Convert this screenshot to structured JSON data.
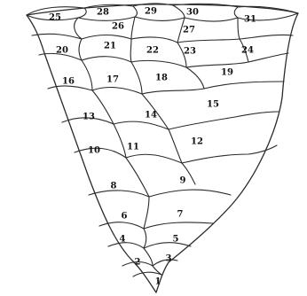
{
  "segment_labels": [
    "1",
    "2",
    "3",
    "4",
    "5",
    "6",
    "7",
    "8",
    "9",
    "10",
    "11",
    "12",
    "13",
    "14",
    "15",
    "16",
    "17",
    "18",
    "19",
    "20",
    "21",
    "22",
    "23",
    "24",
    "25",
    "26",
    "27",
    "28",
    "29",
    "30",
    "31"
  ]
}
